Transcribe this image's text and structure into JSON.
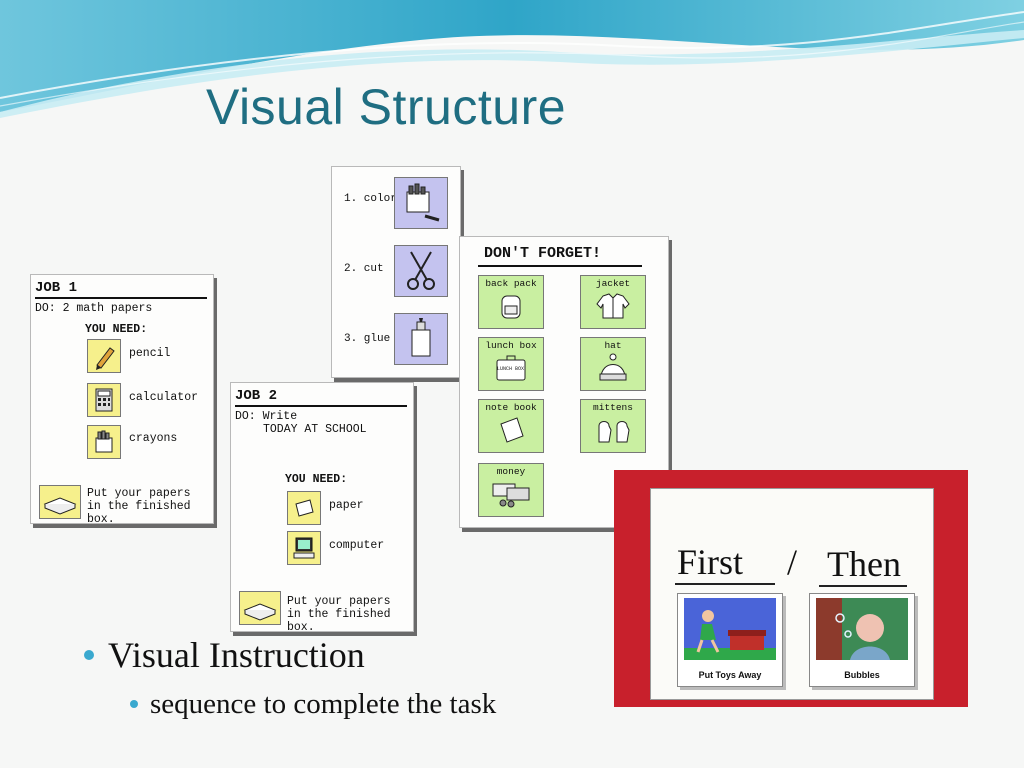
{
  "slide": {
    "title": "Visual Structure"
  },
  "bullets": {
    "level1": "Visual Instruction",
    "level2": "sequence to complete the task"
  },
  "job1": {
    "heading": "JOB 1",
    "do": "DO: 2 math papers",
    "you_need": "YOU NEED:",
    "items": [
      "pencil",
      "calculator",
      "crayons"
    ],
    "footer_line1": "Put your papers",
    "footer_line2": "in the finished box."
  },
  "job2": {
    "heading": "JOB 2",
    "do_line1": "DO: Write",
    "do_line2": "TODAY AT SCHOOL",
    "you_need": "YOU NEED:",
    "items": [
      "paper",
      "computer"
    ],
    "footer_line1": "Put your papers",
    "footer_line2": "in the finished box."
  },
  "steps": {
    "items": [
      "1. color",
      "2. cut",
      "3. glue"
    ]
  },
  "dont_forget": {
    "heading": "DON'T FORGET!",
    "items": [
      "back pack",
      "jacket",
      "lunch box",
      "hat",
      "note book",
      "mittens",
      "money"
    ],
    "lunch_label": "LUNCH BOX"
  },
  "first_then": {
    "first": "First",
    "slash": "/",
    "then": "Then",
    "first_card": "Put Toys Away",
    "then_card": "Bubbles"
  },
  "colors": {
    "title": "#1f6e82",
    "bullet": "#3aa9cf",
    "frame_red": "#c8202c",
    "green_box": "#c9efa1",
    "yellow_box": "#f6f08c",
    "purple_box": "#c4c3ef"
  }
}
